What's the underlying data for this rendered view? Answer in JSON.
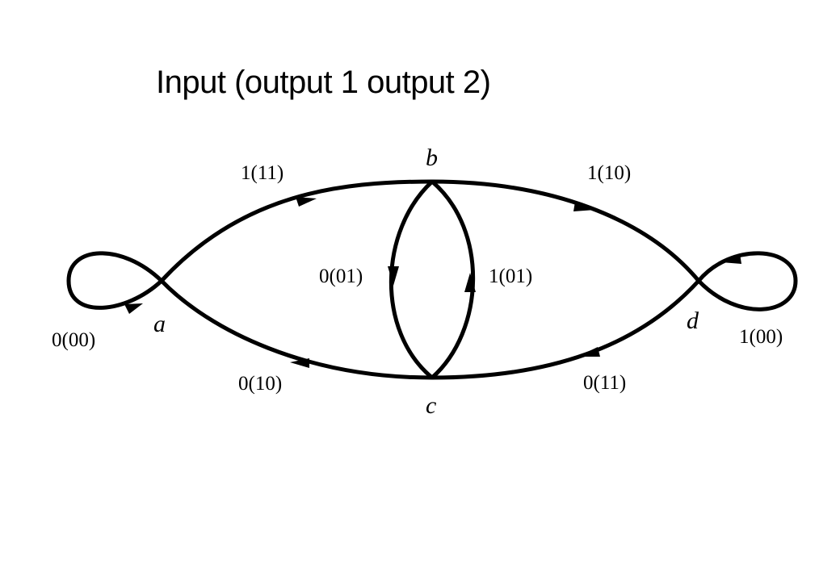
{
  "title": "Input (output 1 output 2)",
  "nodes": {
    "a": "a",
    "b": "b",
    "c": "c",
    "d": "d"
  },
  "edges": {
    "a_to_b": "1(11)",
    "b_to_d": "1(10)",
    "b_to_c": "0(01)",
    "c_to_b": "1(01)",
    "a_self": "0(00)",
    "d_self": "1(00)",
    "c_to_a": "0(10)",
    "d_to_c": "0(11)"
  },
  "colors": {
    "ink": "#000000",
    "background": "#ffffff"
  }
}
